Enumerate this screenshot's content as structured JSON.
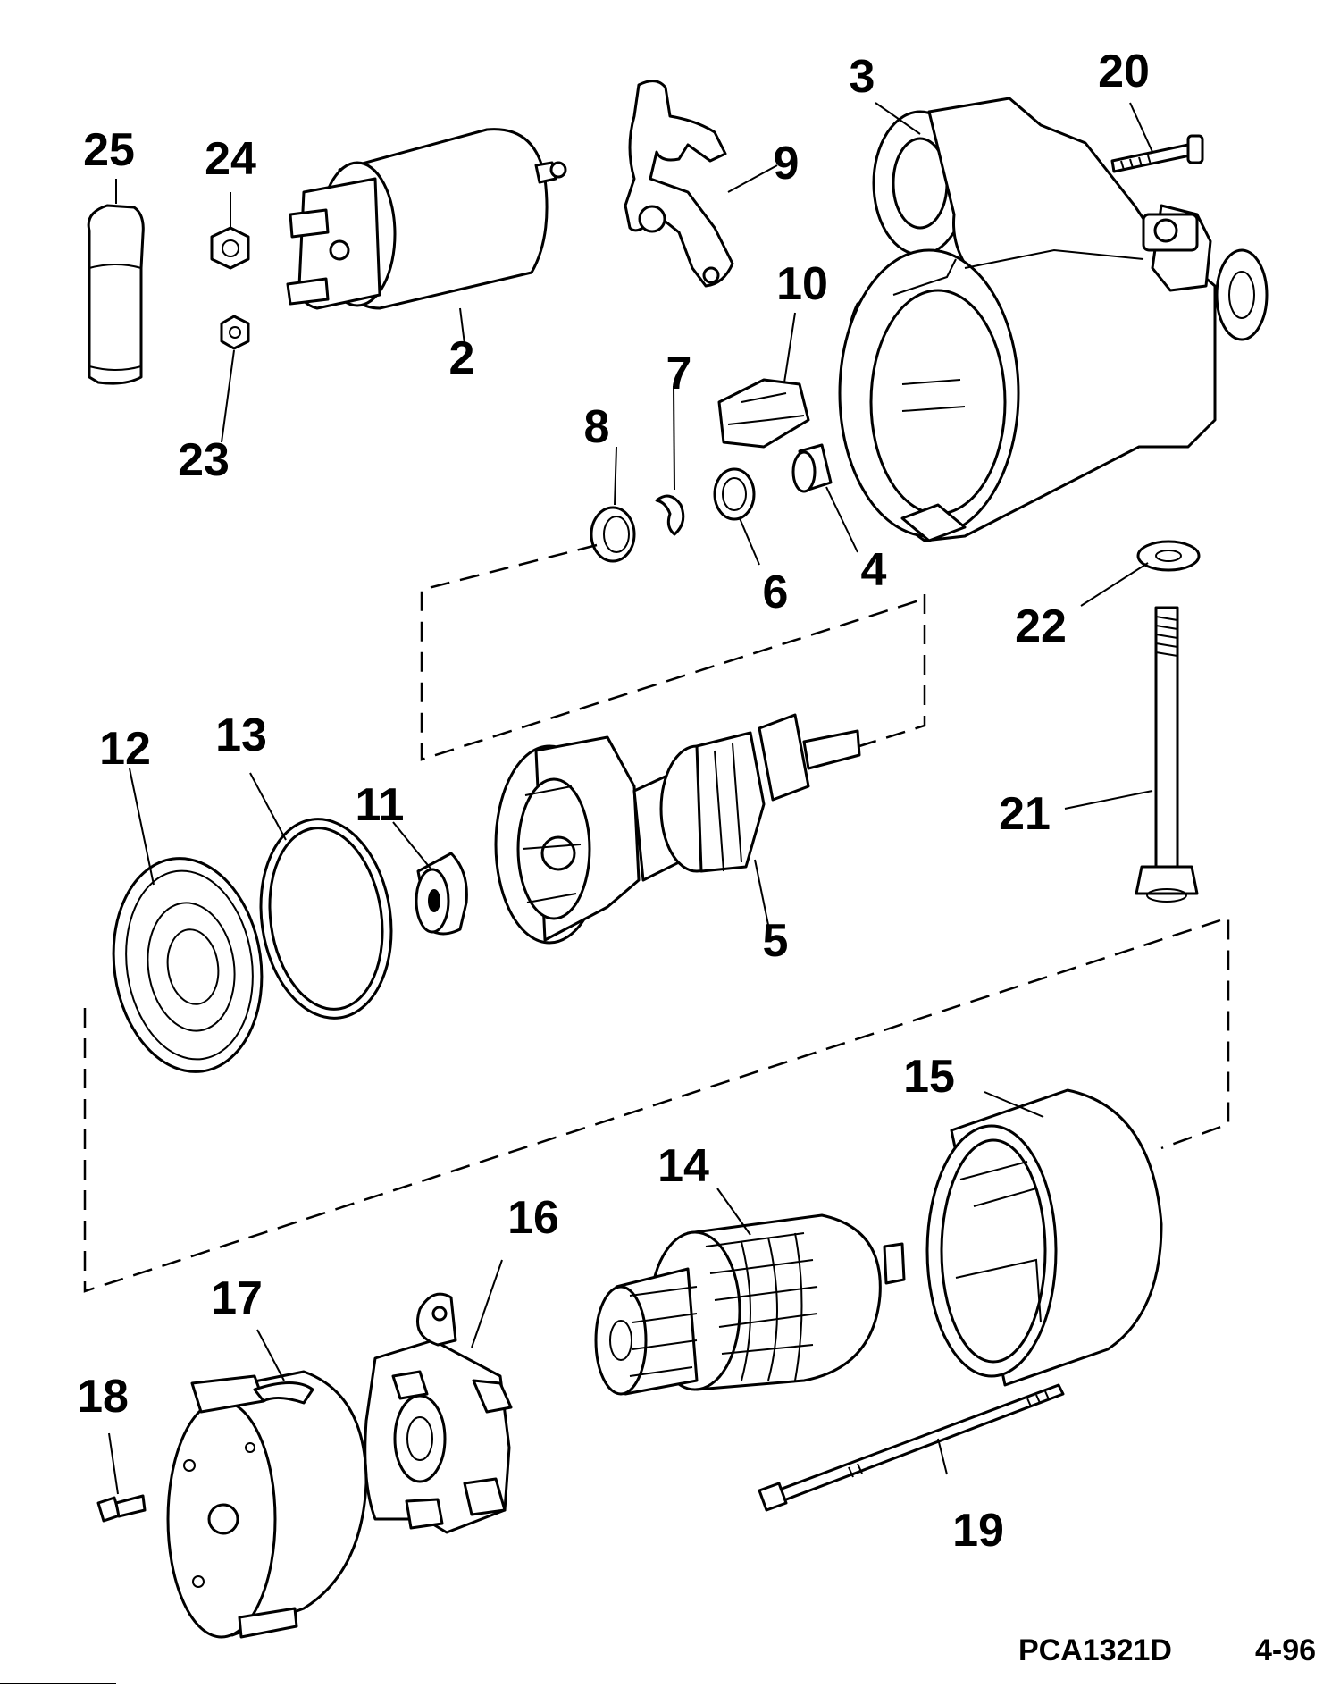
{
  "diagram": {
    "callouts": [
      "2",
      "3",
      "4",
      "5",
      "6",
      "7",
      "8",
      "9",
      "10",
      "11",
      "12",
      "13",
      "14",
      "15",
      "16",
      "17",
      "18",
      "19",
      "20",
      "21",
      "22",
      "23",
      "24",
      "25"
    ],
    "footer": {
      "code": "PCA1321D",
      "date": "4-96"
    }
  }
}
